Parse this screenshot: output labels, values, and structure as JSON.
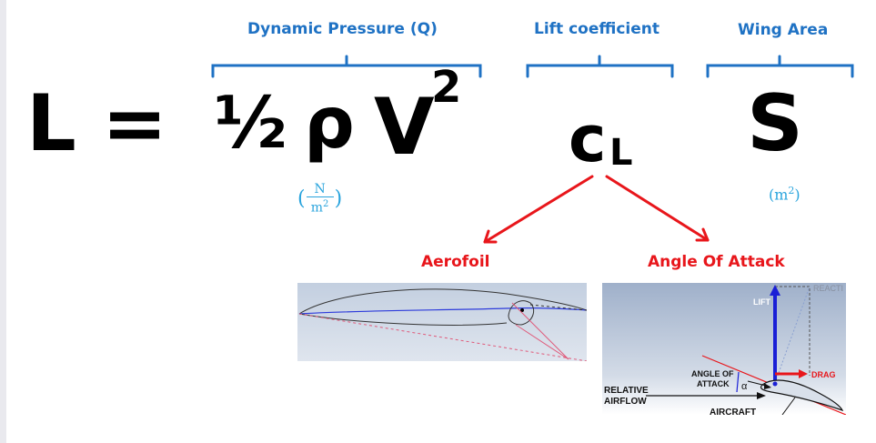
{
  "labels": {
    "dynamic_pressure": "Dynamic Pressure (Q)",
    "lift_coefficient": "Lift coefficient",
    "wing_area": "Wing Area",
    "aerofoil": "Aerofoil",
    "angle_of_attack": "Angle Of Attack"
  },
  "equation": {
    "lhs": "L",
    "equals": "=",
    "half": "½",
    "rho": "ρ",
    "velocity": "V",
    "velocity_exponent": "2",
    "coefficient": "c",
    "coefficient_subscript": "L",
    "area": "S"
  },
  "units": {
    "pressure_numerator": "N",
    "pressure_denominator": "m",
    "pressure_denominator_exponent": "2",
    "area": "m",
    "area_exponent": "2",
    "open_paren": "(",
    "close_paren": ")"
  },
  "aoa_figure": {
    "lift": "LIFT",
    "drag": "DRAG",
    "react": "REACTI",
    "angle_of_attack_line1": "ANGLE OF",
    "angle_of_attack_line2": "ATTACK",
    "alpha": "α",
    "relative_airflow_line1": "RELATIVE",
    "relative_airflow_line2": "AIRFLOW",
    "aircraft": "AIRCRAFT"
  },
  "colors": {
    "label_blue": "#1f72c4",
    "unit_blue": "#2aa4dd",
    "arrow_red": "#e8161b",
    "bracket_blue": "#1f72c4"
  }
}
